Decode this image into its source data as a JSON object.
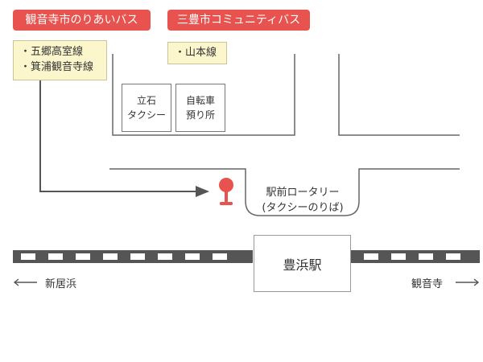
{
  "bus_lines": [
    {
      "name": "観音寺市のりあいバス",
      "color": "#e8534f",
      "routes": [
        "・五郷高室線",
        "・箕浦観音寺線"
      ]
    },
    {
      "name": "三豊市コミュニティバス",
      "color": "#e8534f",
      "routes": [
        "・山本線"
      ]
    }
  ],
  "buildings": {
    "taxi": [
      "立石",
      "タクシー"
    ],
    "bicycle": [
      "自転車",
      "預り所"
    ]
  },
  "rotary": {
    "line1": "駅前ロータリー",
    "line2": "(タクシーのりば)"
  },
  "station": {
    "name": "豊浜駅"
  },
  "directions": {
    "left": "新居浜",
    "right": "観音寺"
  },
  "colors": {
    "accent": "#e8534f",
    "route_box_bg": "#fbf6cc",
    "track": "#555555",
    "bus_stop": "#e8534f"
  },
  "icons": {
    "bus_stop": "bus-stop-icon",
    "arrow_left": "arrow-left-icon",
    "arrow_right": "arrow-right-icon"
  }
}
